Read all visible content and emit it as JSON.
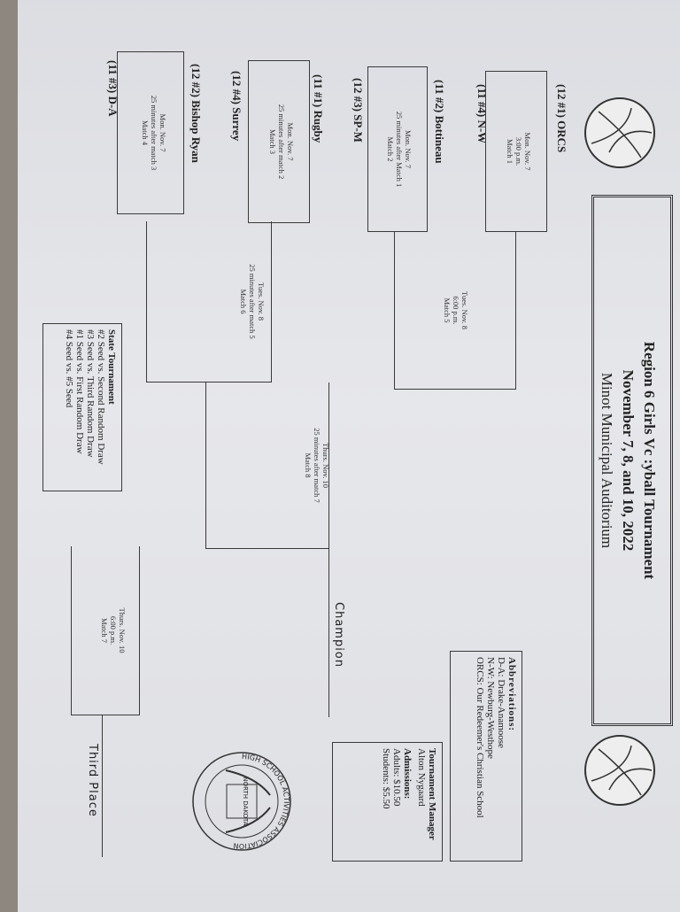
{
  "title": {
    "line1": "Region 6 Girls Vc  :yball Tournament",
    "line2": "November 7, 8, and 10, 2022",
    "line3": "Minot Municipal Auditorium"
  },
  "teams": [
    "(12 #1)  ORCS",
    "(11 #4)  N-W",
    "(11 #2)  Bottineau",
    "(12 #3)  SP-M",
    "(11 #1)  Rugby",
    "(12 #4)  Surrey",
    "(12 #2)  Bishop Ryan",
    "(11 #3)  D-A"
  ],
  "matches": {
    "m1": [
      "Mon. Nov. 7",
      "3:00 p.m.",
      "Match 1"
    ],
    "m2": [
      "Mon. Nov. 7",
      "25 minutes after Match 1",
      "Match 2"
    ],
    "m3": [
      "Mon. Nov. 7",
      "25 minutes after match 2",
      "Match 3"
    ],
    "m4": [
      "Mon. Nov. 7",
      "25 minutes after match 3",
      "Match 4"
    ],
    "m5": [
      "Tues. Nov. 8",
      "6:00 p.m.",
      "Match 5"
    ],
    "m6": [
      "Tues. Nov. 8",
      "25 minutes after match 5",
      "Match 6"
    ],
    "m7": [
      "Thurs. Nov. 10",
      "6:00 p.m.",
      "Match 7"
    ],
    "m8": [
      "Thurs. Nov. 10",
      "25 minutes after match 7",
      "Match 8"
    ]
  },
  "champion_label": "Champion",
  "third_place_label": "Third Place",
  "abbreviations": {
    "heading": "Abbreviations:",
    "items": [
      "D-A:  Drake-Anamoose",
      "N-W:  Newburg-Westhope",
      "ORCS:  Our Redeemer's Christian School"
    ]
  },
  "manager": {
    "heading": "Tournament Manager",
    "name": "Alton Nygaard",
    "admissions_heading": "Admissions:",
    "adults": "Adults:  $10.50",
    "students": "Students:  $5.50"
  },
  "state": {
    "heading": "State Tournament",
    "items": [
      "#2 Seed vs. Second Random Draw",
      "#3 Seed vs. Third Random Draw",
      "#1 Seed vs. First Random Draw",
      "#4 Seed vs. #5 Seed"
    ]
  },
  "seal": {
    "ring_text": "HIGH SCHOOL ACTIVITIES ASSOCIATION",
    "center_text": "NORTH DAKOTA"
  }
}
